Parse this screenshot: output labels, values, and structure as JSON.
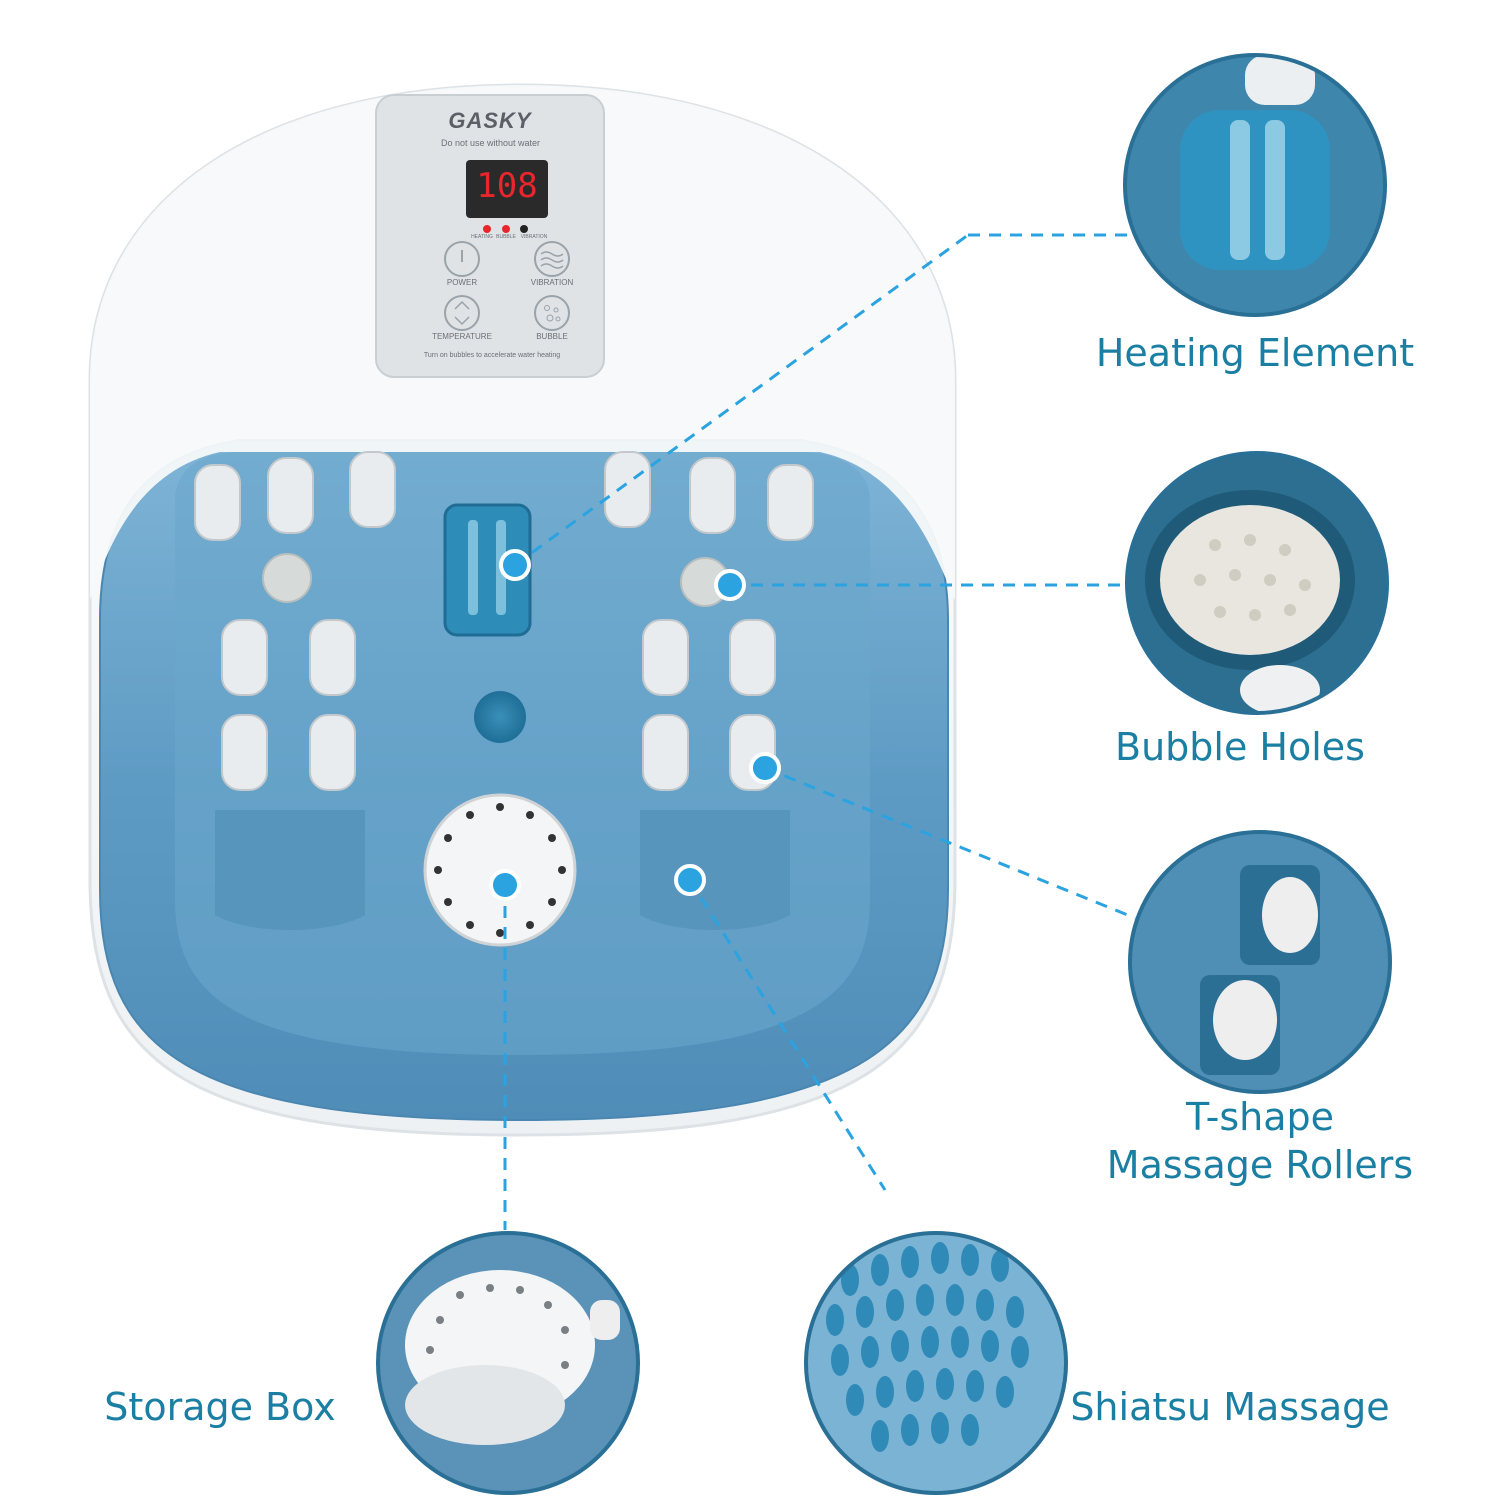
{
  "product": {
    "brand": "GASKY",
    "warning": "Do not use without water",
    "display_value": "108",
    "indicators": [
      "HEATING",
      "BUBBLE",
      "VIBRATION"
    ],
    "buttons": {
      "power": "POWER",
      "vibration": "VIBRATION",
      "temperature": "TEMPERATURE",
      "bubble": "BUBBLE"
    },
    "tip": "Turn on bubbles to accelerate water heating"
  },
  "features": {
    "heating": "Heating Element",
    "bubble": "Bubble Holes",
    "roller_line1": "T-shape",
    "roller_line2": "Massage Rollers",
    "storage": "Storage Box",
    "shiatsu": "Shiatsu Massage"
  },
  "colors": {
    "accent": "#1b7fa3",
    "marker": "#2aa3e0",
    "basin": "#5d9cc4",
    "shell": "#f4f6f7",
    "display_red": "#e8262b"
  }
}
